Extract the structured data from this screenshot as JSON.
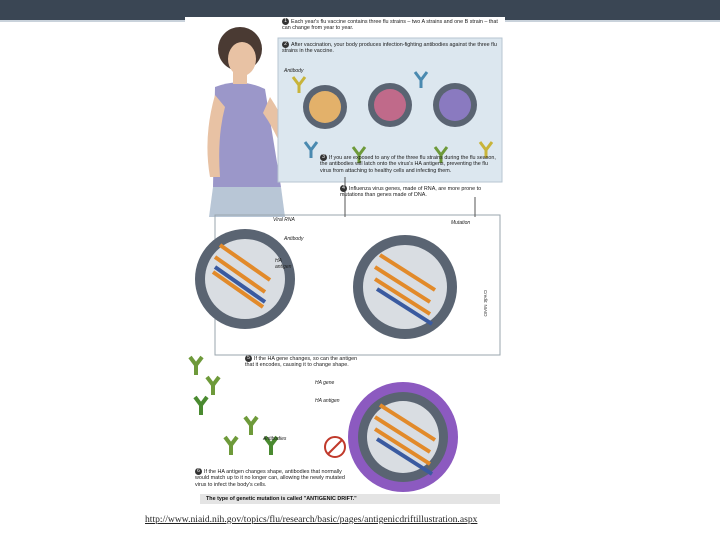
{
  "steps": [
    {
      "num": "1",
      "text": "Each year's flu vaccine contains three flu strains – two A strains and one B strain – that can change from year to year."
    },
    {
      "num": "2",
      "text": "After vaccination, your body produces infection-fighting antibodies against the three flu strains in the vaccine."
    },
    {
      "num": "3",
      "text": "If you are exposed to any of the three flu strains during the flu season, the antibodies will latch onto the virus's HA antigens, preventing the flu virus from attaching to healthy cells and infecting them."
    },
    {
      "num": "4",
      "text": "Influenza virus genes, made of RNA, are more prone to mutations than genes made of DNA."
    },
    {
      "num": "5",
      "text": "If the HA gene changes, so can the antigen that it encodes, causing it to change shape."
    },
    {
      "num": "6",
      "text": "If the HA antigen changes shape, antibodies that normally would match up to it no longer can, allowing the newly mutated virus to infect the body's cells."
    }
  ],
  "labels": {
    "antibody_top": "Antibody",
    "viral_rna": "Viral RNA",
    "antibody_mid": "Antibody",
    "ha_antigen": "HA antigen",
    "mutation": "Mutation",
    "ha_gene": "HA gene",
    "ha_antigen_bottom": "HA antigen",
    "antibodies_bottom": "Antibodies"
  },
  "note": "The type of genetic mutation is called \"ANTIGENIC DRIFT.\"",
  "credit": "Credit: NIAID",
  "link": "http://www.niaid.nih.gov/topics/flu/research/basic/pages/antigenicdriftillustration.aspx",
  "colors": {
    "topbar": "#3a4654",
    "virus_shell": "#5a6472",
    "antibody_green": "#6e9a3a",
    "antibody_yellow": "#c8b43a",
    "antibody_blue": "#4a8ab0",
    "spike_purple": "#8c5ac0"
  }
}
